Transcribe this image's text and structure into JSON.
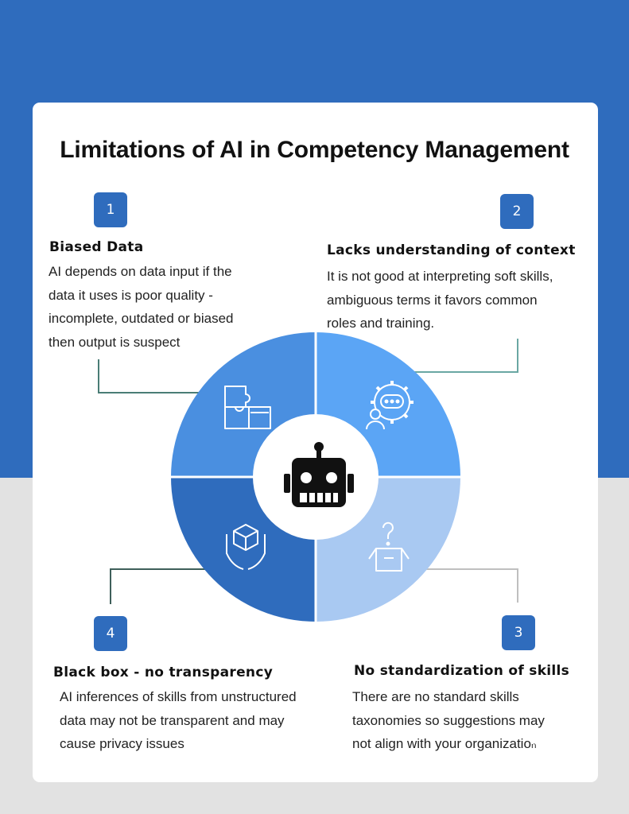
{
  "title": "Limitations of AI in Competency Management",
  "colors": {
    "background_top": "#2f6cbd",
    "background_bottom": "#e2e2e2",
    "card": "#ffffff",
    "badge": "#2f6cbd",
    "quadrant_top_left": "#4a8fe0",
    "quadrant_top_right": "#5ba5f5",
    "quadrant_bottom_right": "#a9c9f2",
    "quadrant_bottom_left": "#2f6cbd",
    "connector_1": "#4a7d76",
    "connector_2": "#6aa7a3",
    "connector_3": "#bfbfbf",
    "connector_4": "#3e5f5a"
  },
  "center_icon": "robot-icon",
  "items": [
    {
      "number": "1",
      "heading": "Biased Data",
      "lines": [
        "AI depends on data input if the",
        "data it uses is poor quality -",
        "incomplete, outdated or biased",
        "then output is suspect"
      ],
      "icon": "puzzle-icon"
    },
    {
      "number": "2",
      "heading": "Lacks understanding of context",
      "lines": [
        "It is not good at interpreting soft skills,",
        "ambiguous terms it favors common",
        "roles and training."
      ],
      "icon": "gear-chat-person-icon"
    },
    {
      "number": "3",
      "heading": "No standardization of skills",
      "lines": [
        "There are no standard skills",
        "taxonomies so suggestions may",
        "not align with your organizatioₙ"
      ],
      "icon": "question-box-icon"
    },
    {
      "number": "4",
      "heading": "Black box - no transparency",
      "lines": [
        "AI inferences of skills from unstructured",
        "data may not be transparent and may",
        "cause privacy issues"
      ],
      "icon": "hands-box-icon"
    }
  ]
}
